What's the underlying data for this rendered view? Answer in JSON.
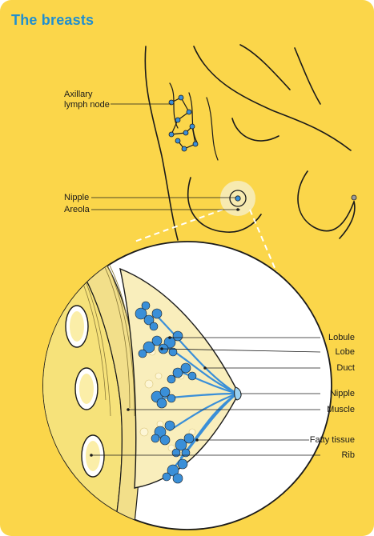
{
  "title": "The breasts",
  "labels": {
    "axillary_line1": "Axillary",
    "axillary_line2": "lymph node",
    "nipple_outer": "Nipple",
    "areola": "Areola",
    "lobule": "Lobule",
    "lobe": "Lobe",
    "duct": "Duct",
    "nipple_inner": "Nipple",
    "muscle": "Muscle",
    "fatty_tissue": "Fatty tissue",
    "rib": "Rib"
  },
  "colors": {
    "background": "#fbd64a",
    "title": "#1f8fd0",
    "gland": "#3a8fd8",
    "tissue": "#f2df8a",
    "muscle": "#f6e27a",
    "circle_fill": "#ffffff"
  }
}
